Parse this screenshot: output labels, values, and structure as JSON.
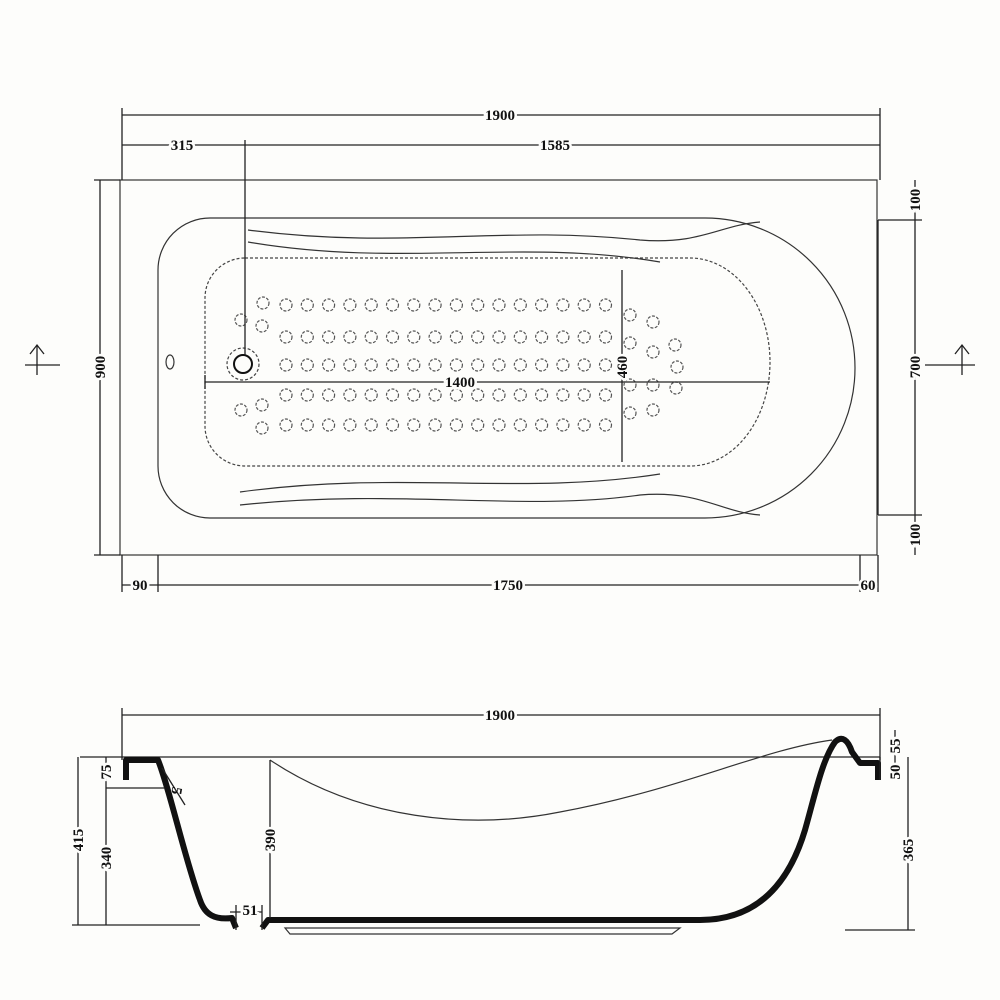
{
  "top_view": {
    "overall_length": "1900",
    "drain_offset": "315",
    "drain_to_end": "1585",
    "overall_width": "900",
    "inner_width": "700",
    "rim_top": "100",
    "rim_bottom": "100",
    "basin_length": "1400",
    "basin_width": "460",
    "foot_left": "90",
    "foot_span": "1750",
    "foot_right": "60"
  },
  "side_view": {
    "overall_length": "1900",
    "rim_height_left": "75",
    "wall_thickness": "5",
    "total_height": "415",
    "body_height": "340",
    "inner_depth": "390",
    "drain_thickness": "51",
    "rim_right_a": "50",
    "rim_right_b": "55",
    "right_height": "365"
  },
  "colors": {
    "line": "#111111",
    "paper": "#fdfdfb"
  }
}
